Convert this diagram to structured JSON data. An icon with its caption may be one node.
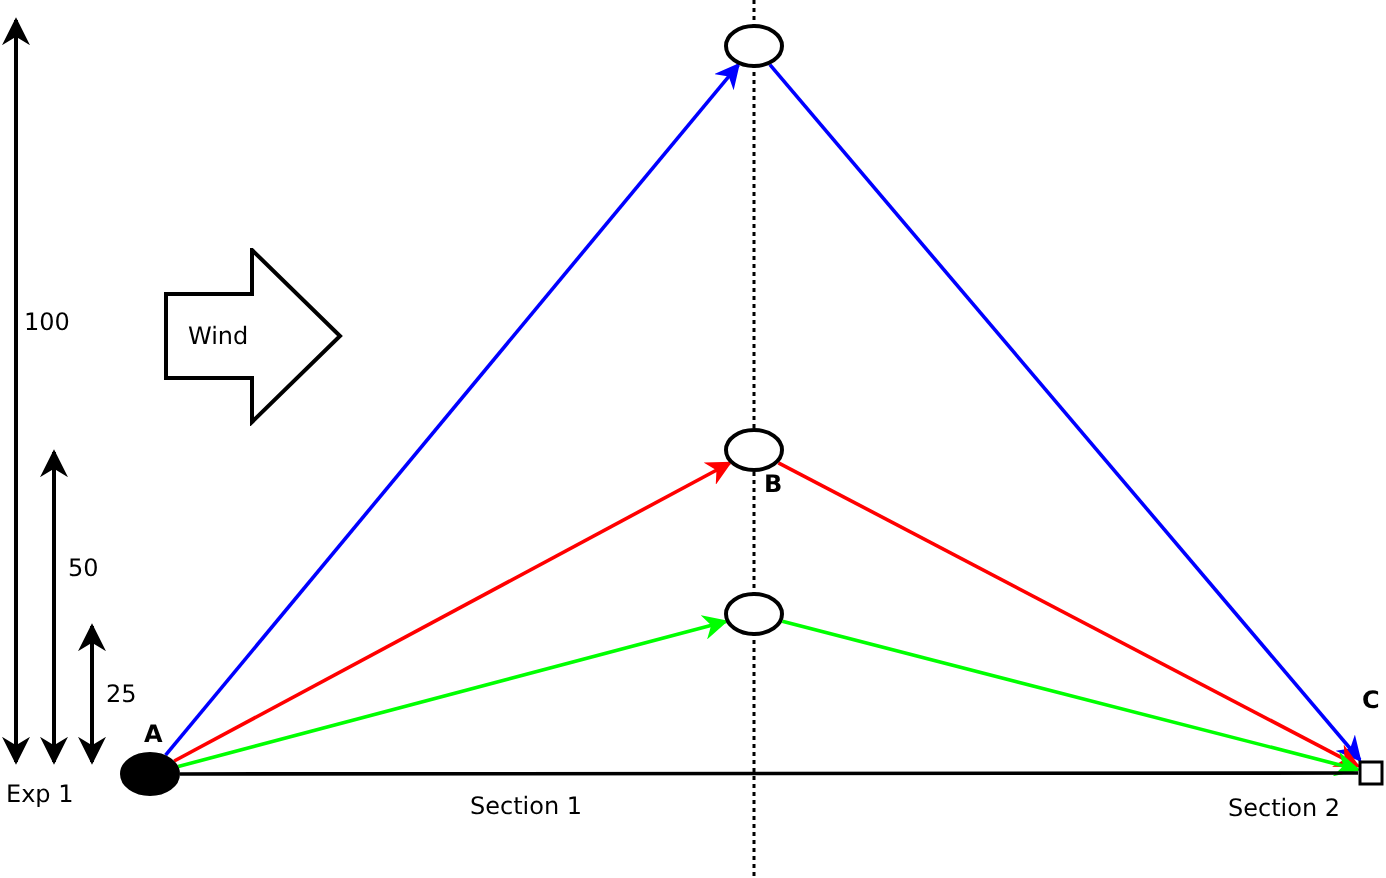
{
  "diagram": {
    "nodes": [
      {
        "text": [],
        "shape": "circle",
        "beside": [
          "A"
        ]
      },
      {
        "text": [],
        "shape": "circle"
      },
      {
        "text": [],
        "shape": "circle",
        "beside": [
          "B"
        ]
      },
      {
        "text": [],
        "shape": "circle"
      },
      {
        "text": [],
        "shape": "box",
        "beside": [
          "C"
        ]
      },
      {
        "text": [
          "Wind"
        ]
      }
    ],
    "edges": [
      {
        "from": 0,
        "to": 1,
        "arrow": "to",
        "color": "#0000ff"
      },
      {
        "from": 1,
        "to": 4,
        "arrow": "to",
        "color": "#0000ff"
      },
      {
        "from": 0,
        "to": 2,
        "arrow": "to",
        "color": "#ff0000"
      },
      {
        "from": 2,
        "to": 4,
        "arrow": "to",
        "color": "#ff0000"
      },
      {
        "from": 0,
        "to": 3,
        "arrow": "to",
        "color": "#00ff00"
      },
      {
        "from": 3,
        "to": 4,
        "arrow": "to",
        "color": "#00ff00"
      },
      {
        "from": 0,
        "to": 4,
        "arrow": "none",
        "color": "#000000"
      }
    ],
    "labels": [
      "100",
      "50",
      "25",
      "Exp 1",
      "Section 1",
      "Section 2"
    ]
  }
}
